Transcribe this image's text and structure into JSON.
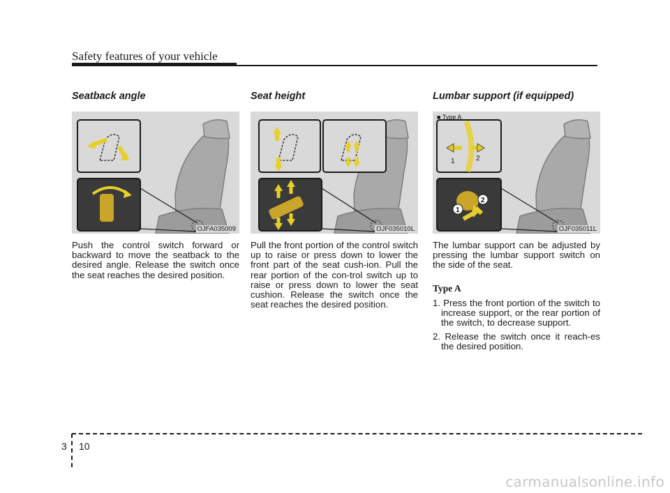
{
  "header": {
    "title": "Safety features of your vehicle"
  },
  "sections": [
    {
      "title": "Seatback angle",
      "figure_code": "OJFA035009",
      "paragraph": "Push the control switch forward or backward to move the seatback to the desired angle. Release the switch once the seat reaches the desired position."
    },
    {
      "title": "Seat height",
      "figure_code": "OJF035010L",
      "paragraph": "Pull the front portion of the control switch up to raise or press down to lower the front part of the seat cush-ion. Pull the rear portion of the con-trol switch up to raise or press down to lower the seat cushion. Release the switch once the seat reaches the desired position."
    },
    {
      "title": "Lumbar support (if equipped)",
      "figure_code": "OJF035011L",
      "figure_note": "■ Type A",
      "paragraph": "The lumbar support can be adjusted by pressing the lumbar support switch on the side of the seat.",
      "type_heading": "Type A",
      "steps": [
        "1. Press the front portion of the switch to increase support, or the rear portion of the switch, to decrease support.",
        "2. Release the switch once it reach-es the desired position."
      ]
    }
  ],
  "footer": {
    "section": "3",
    "page": "10"
  },
  "watermark": "carmanualsonline.info"
}
